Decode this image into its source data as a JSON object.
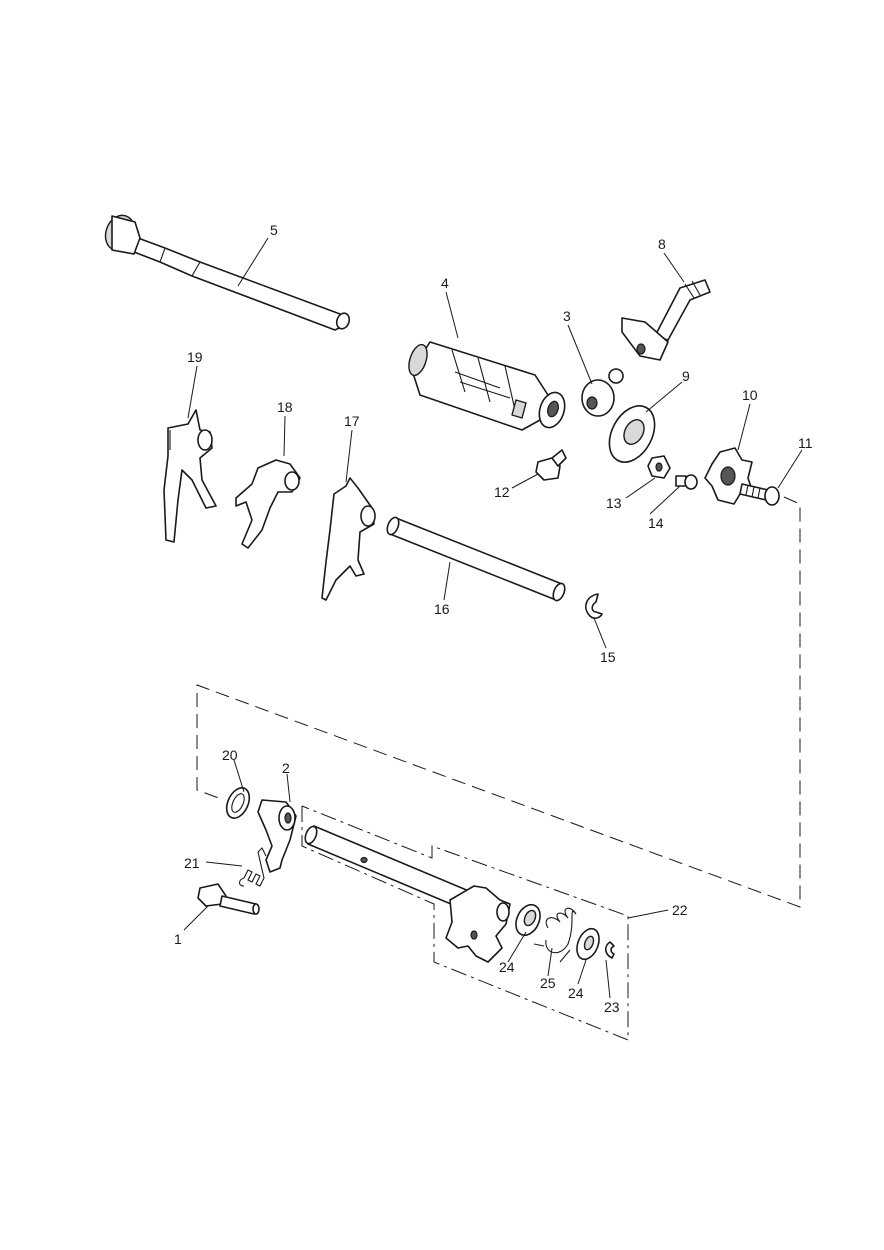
{
  "callouts": {
    "c1": "1",
    "c2": "2",
    "c3": "3",
    "c4": "4",
    "c5": "5",
    "c8": "8",
    "c9": "9",
    "c10": "10",
    "c11": "11",
    "c12": "12",
    "c13": "13",
    "c14": "14",
    "c15": "15",
    "c16": "16",
    "c17": "17",
    "c18": "18",
    "c19": "19",
    "c20": "20",
    "c21": "21",
    "c22": "22",
    "c23": "23",
    "c24a": "24",
    "c24b": "24",
    "c25": "25"
  }
}
